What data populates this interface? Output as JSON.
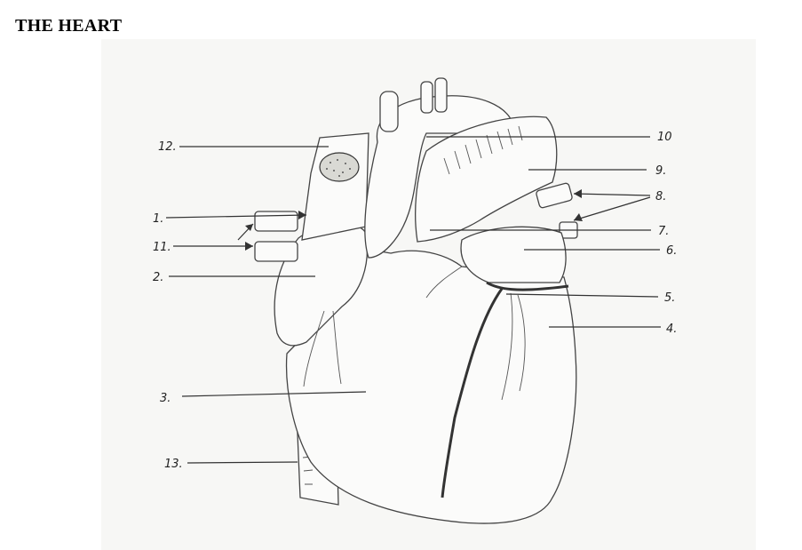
{
  "title": "THE HEART",
  "labels": {
    "l10": "10",
    "l9": "9.",
    "l8": "8.",
    "l7": "7.",
    "l6": "6.",
    "l5": "5.",
    "l4": "4.",
    "l12": "12.",
    "l1": "1.",
    "l11": "11.",
    "l2": "2.",
    "l3": "3.",
    "l13": "13."
  }
}
